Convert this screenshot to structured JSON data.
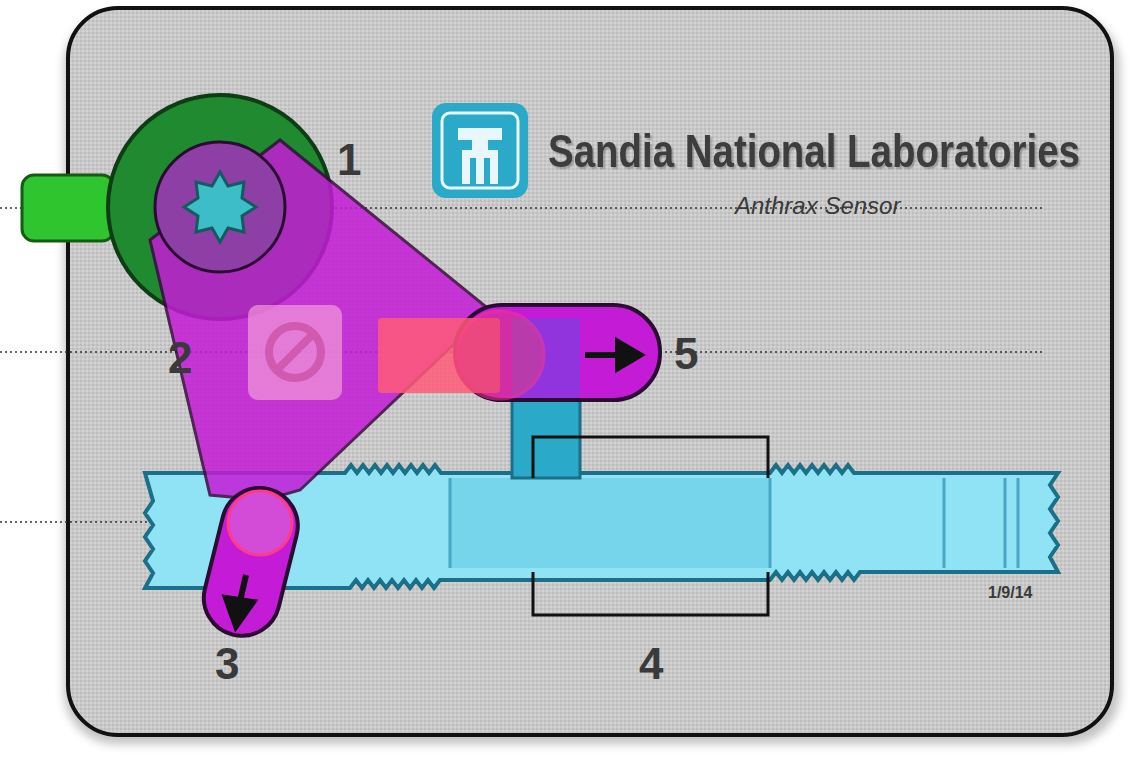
{
  "diagram": {
    "title": "Sandia National Laboratories",
    "labels": [
      "1",
      "2",
      "3",
      "4",
      "5",
      "Anthrax Sensor",
      "1/9/14"
    ]
  }
}
